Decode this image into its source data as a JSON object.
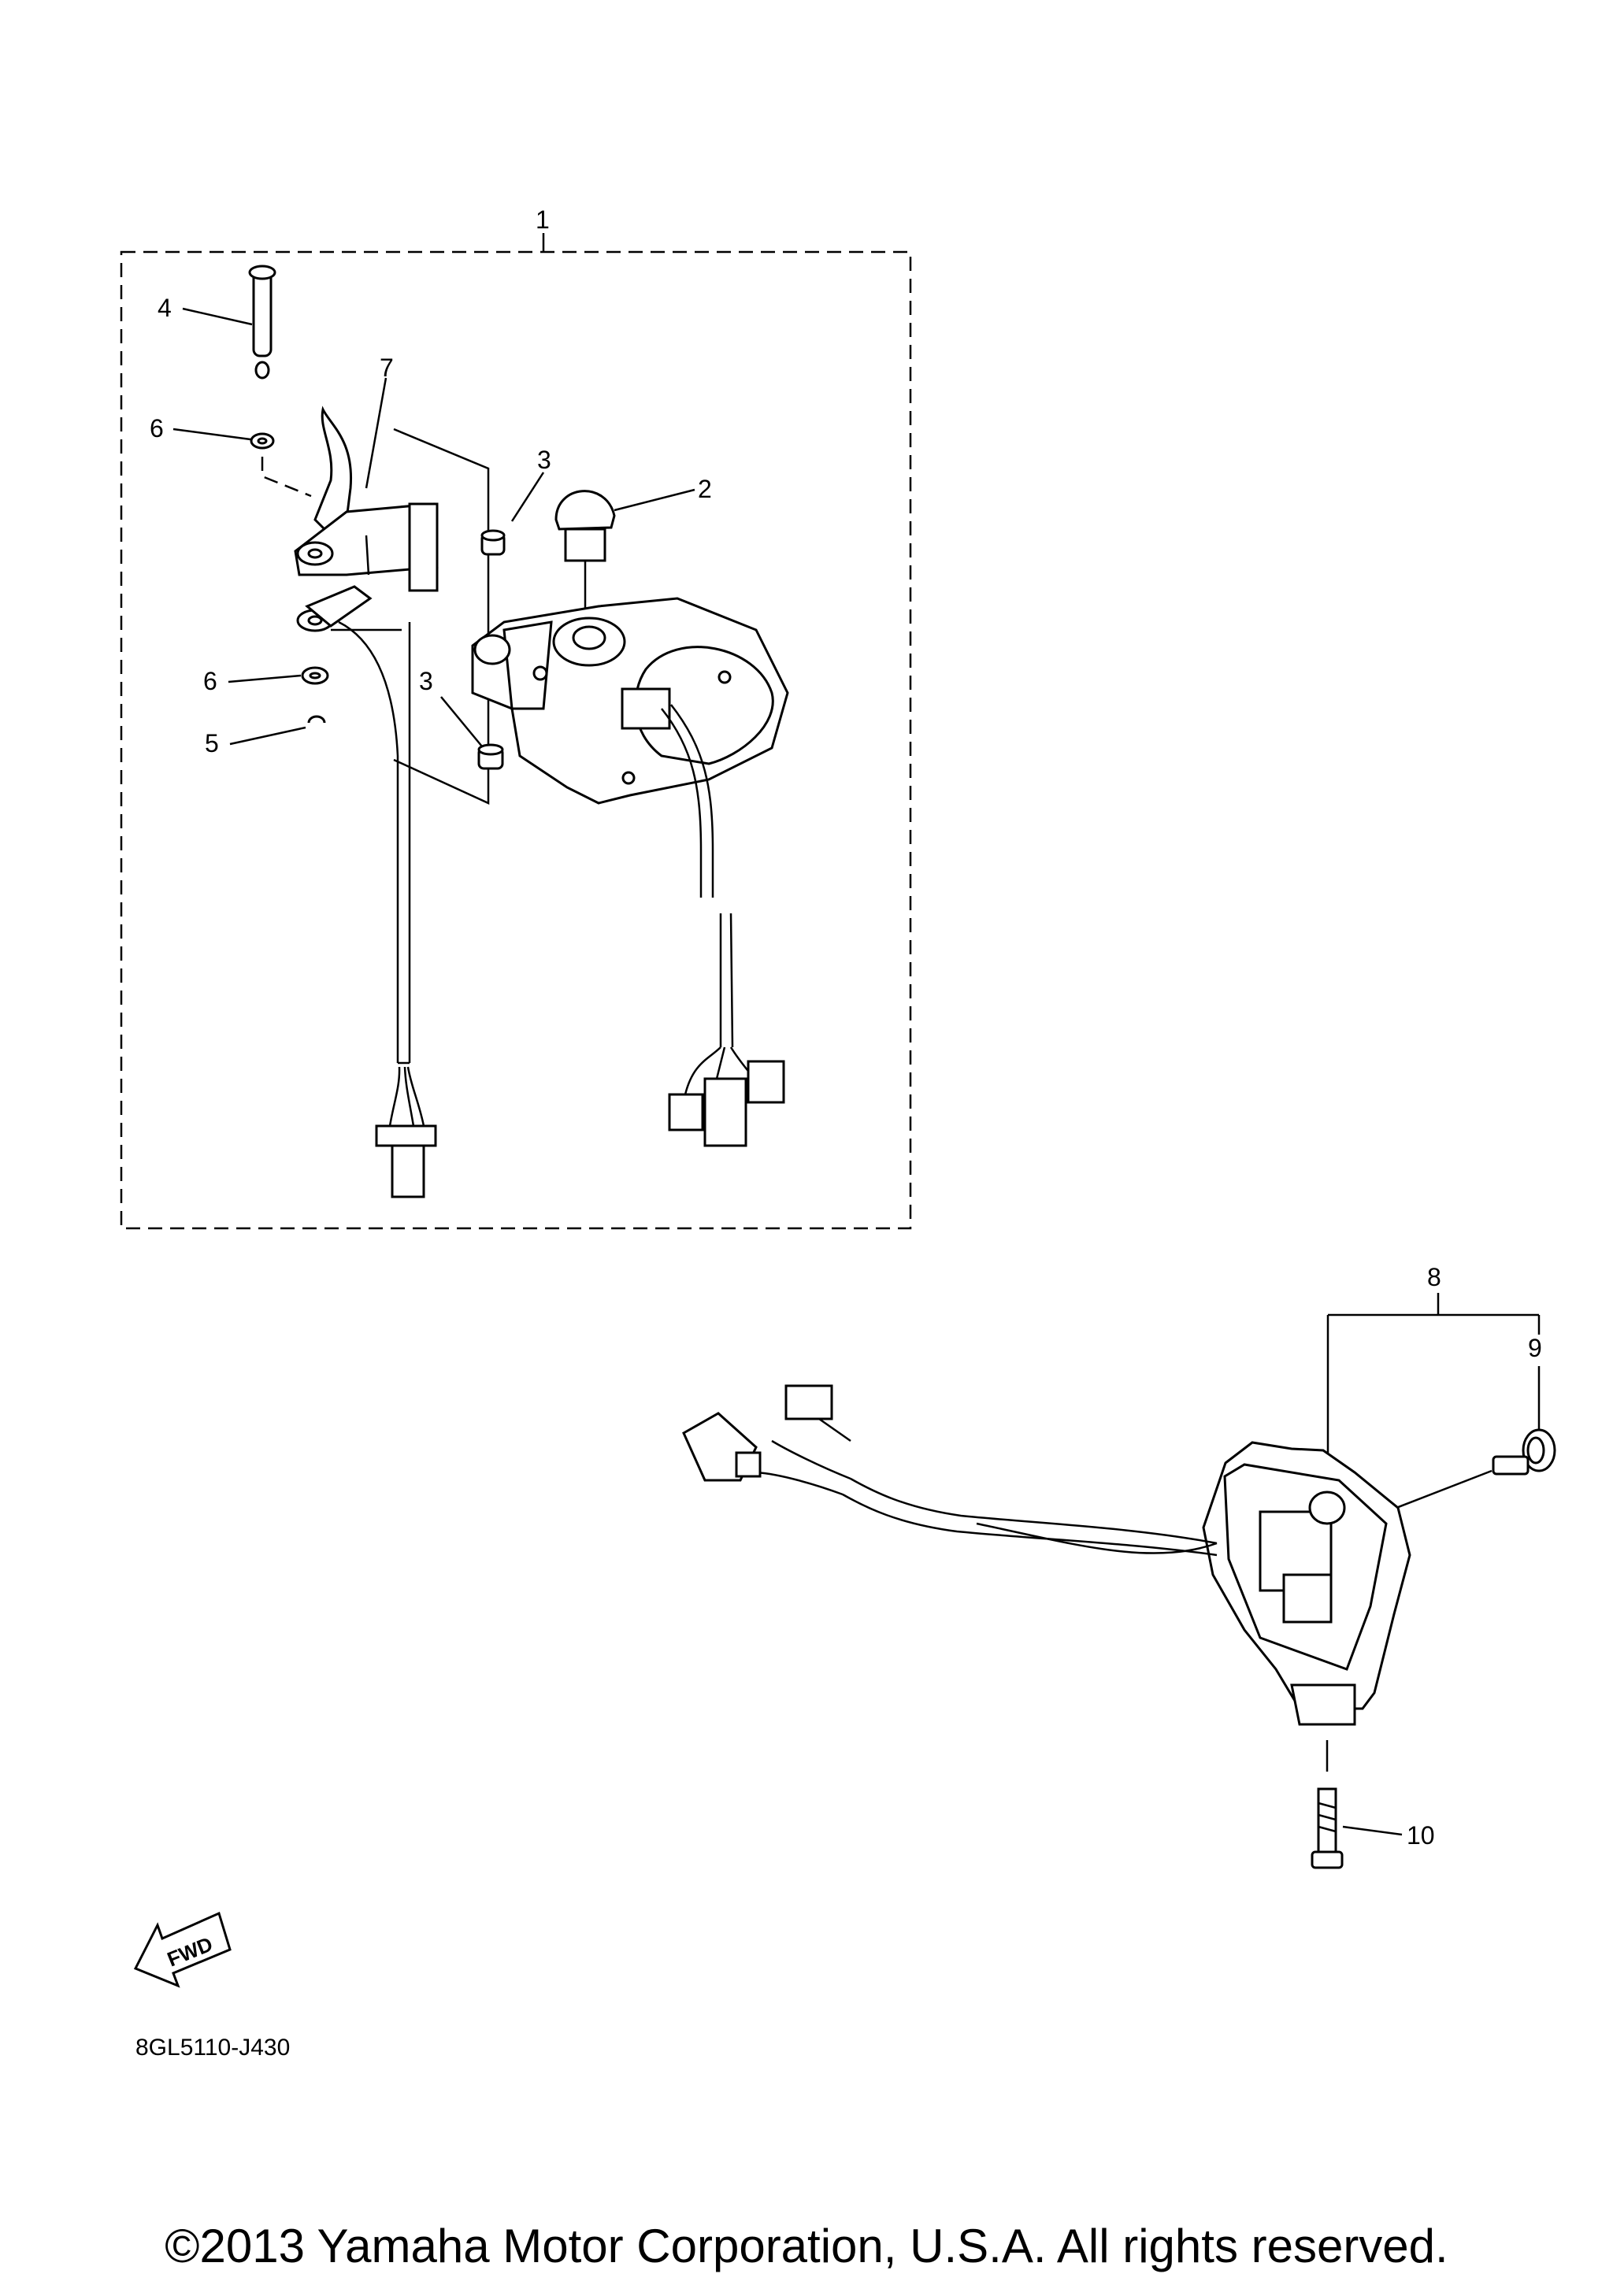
{
  "callouts": {
    "c1": "1",
    "c2": "2",
    "c3a": "3",
    "c3b": "3",
    "c4": "4",
    "c5": "5",
    "c6a": "6",
    "c6b": "6",
    "c7": "7",
    "c8": "8",
    "c9": "9",
    "c10": "10"
  },
  "fwd_label": "FWD",
  "diagram_code": "8GL5110-J430",
  "copyright": "©2013 Yamaha Motor Corporation, U.S.A. All rights reserved."
}
